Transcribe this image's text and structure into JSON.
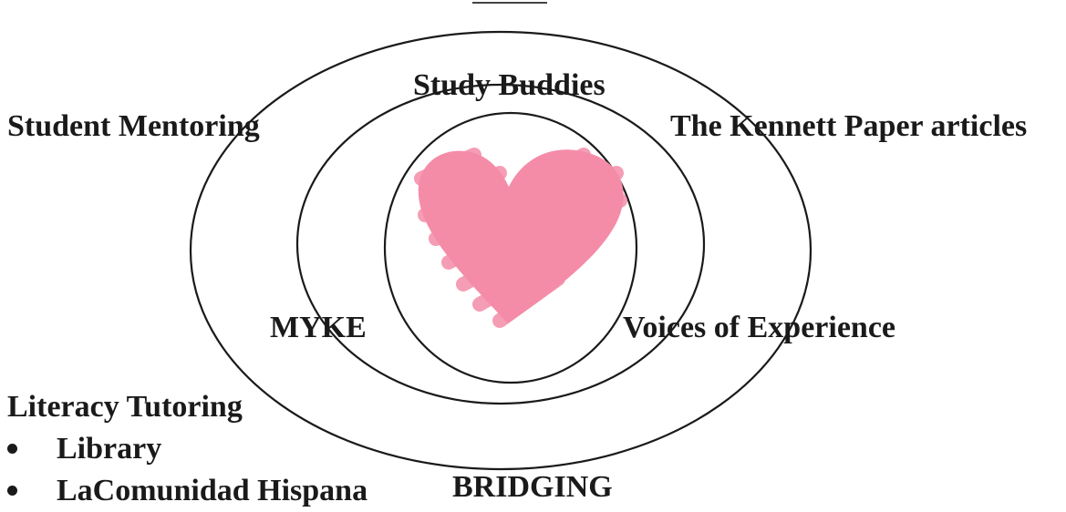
{
  "colors": {
    "heart": "#f48ca8",
    "ink": "#1a1a1a",
    "background": "#ffffff"
  },
  "labels": {
    "top": "Study Buddies",
    "left": "Student Mentoring",
    "right": "The Kennett Paper articles",
    "inner_left": "MYKE",
    "inner_right": "Voices of Experience",
    "lower_left": "Literacy Tutoring",
    "bottom": "BRIDGING"
  },
  "literacy_items": [
    "Library",
    "LaComunidad Hispana"
  ],
  "icons": {
    "center": "heart-icon"
  }
}
